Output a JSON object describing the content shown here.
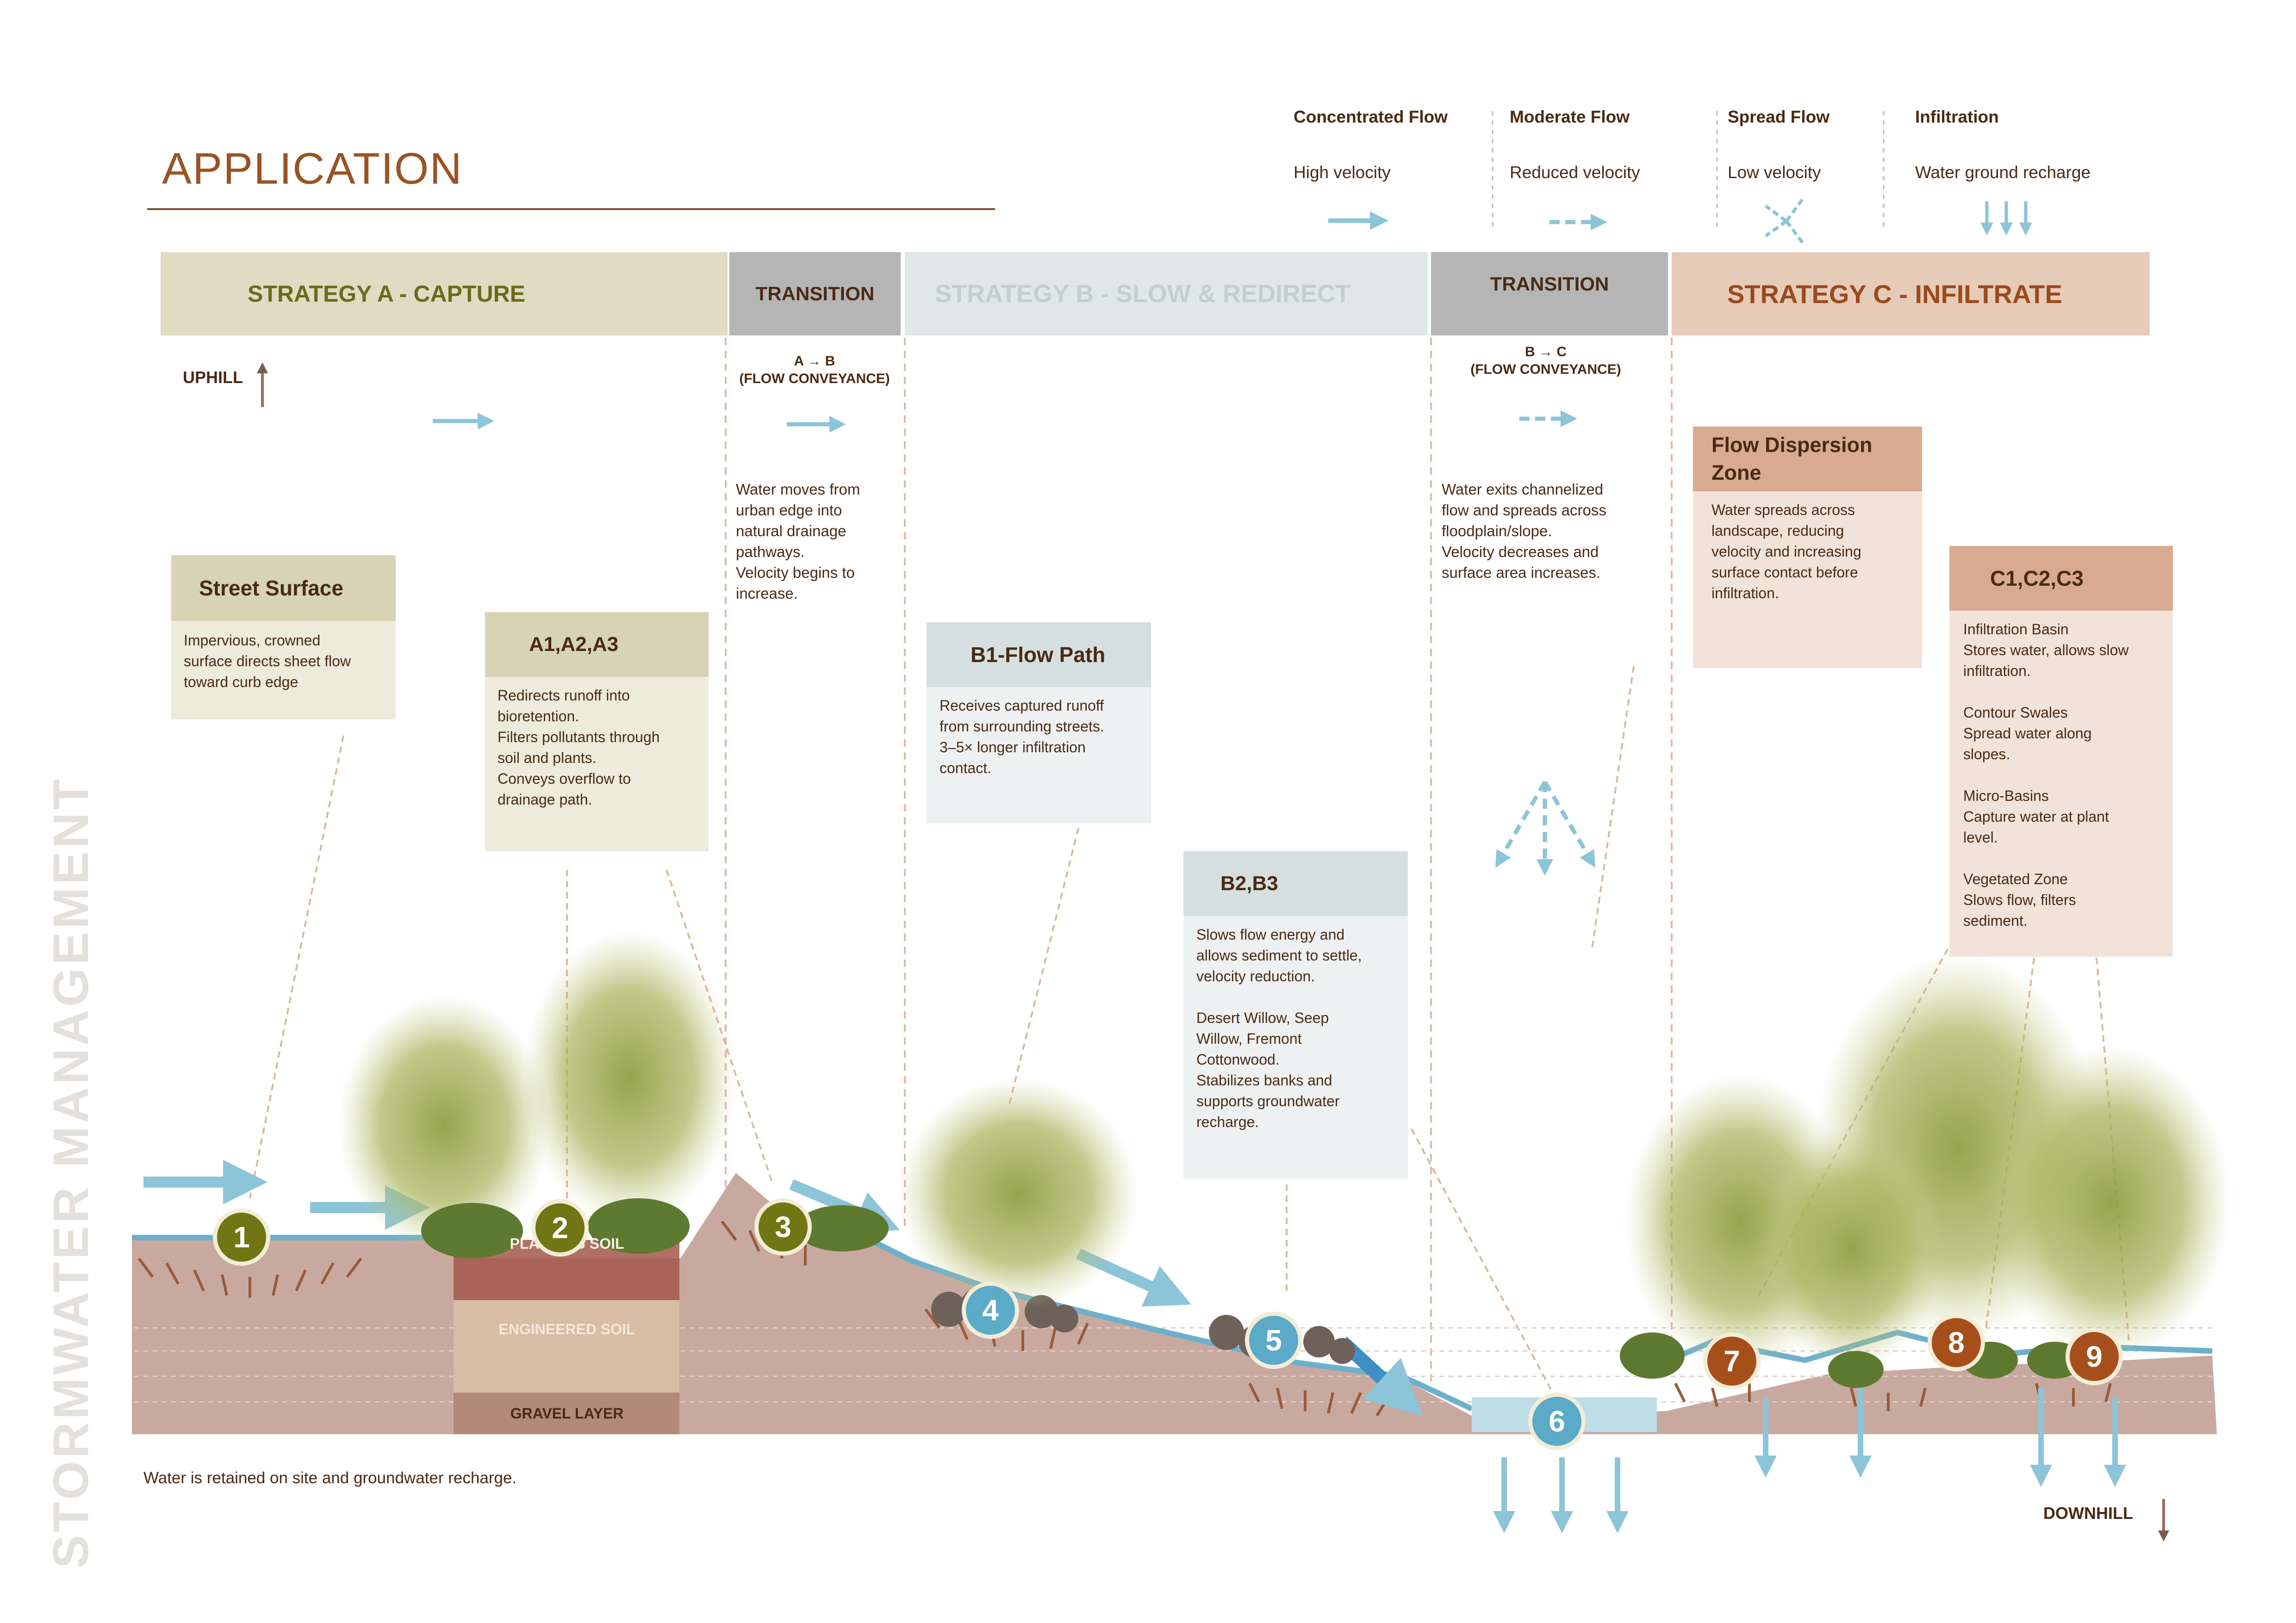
{
  "page": {
    "title": "APPLICATION",
    "side_title": "STORMWATER MANAGEMENT",
    "footnote": "Water is retained on site and groundwater recharge.",
    "uphill": "UPHILL",
    "downhill": "DOWNHILL"
  },
  "legend": [
    {
      "heading": "Concentrated Flow",
      "sub": "High velocity",
      "icon": "solid-arrow-icon"
    },
    {
      "heading": "Moderate Flow",
      "sub": "Reduced velocity",
      "icon": "dashed-arrow-icon"
    },
    {
      "heading": "Spread Flow",
      "sub": "Low velocity",
      "icon": "spread-arrow-icon"
    },
    {
      "heading": "Infiltration",
      "sub": "Water ground recharge",
      "icon": "infiltration-arrows-icon"
    }
  ],
  "bands": {
    "strategy_a": "STRATEGY A - CAPTURE",
    "transition_1": "TRANSITION",
    "strategy_b": "STRATEGY B - SLOW & REDIRECT",
    "transition_2": "TRANSITION",
    "strategy_c": "STRATEGY C - INFILTRATE"
  },
  "transitions": {
    "ab_label": "A → B\n(FLOW CONVEYANCE)",
    "ab_text": "Water moves from\nurban edge into\nnatural drainage\npathways.\nVelocity begins to\nincrease.",
    "bc_label": "B → C\n(FLOW CONVEYANCE)",
    "bc_text": "Water exits channelized\nflow and spreads across\nfloodplain/slope.\nVelocity decreases and\nsurface area increases."
  },
  "cards": {
    "street": {
      "title": "Street Surface",
      "body": "Impervious, crowned\nsurface directs sheet flow\ntoward curb edge"
    },
    "a": {
      "title": "A1,A2,A3",
      "body": "Redirects runoff into\nbioretention.\nFilters pollutants through\nsoil and plants.\nConveys overflow to\ndrainage path."
    },
    "b1": {
      "title": "B1-Flow Path",
      "body": "Receives captured runoff\nfrom surrounding streets.\n3–5× longer infiltration\ncontact."
    },
    "b23": {
      "title": "B2,B3",
      "body": "Slows flow energy and\nallows sediment to settle,\nvelocity reduction.\n\nDesert Willow, Seep\nWillow, Fremont\nCottonwood.\nStabilizes banks and\nsupports groundwater\nrecharge."
    },
    "dispersion": {
      "title": "Flow Dispersion\nZone",
      "body": "Water spreads across\nlandscape, reducing\nvelocity and increasing\nsurface contact before\ninfiltration."
    },
    "c": {
      "title": "C1,C2,C3",
      "body": "Infiltration Basin\nStores water, allows slow\ninfiltration.\n\nContour Swales\nSpread water along\nslopes.\n\nMicro-Basins\nCapture water at plant\nlevel.\n\nVegetated Zone\nSlows flow, filters\nsediment."
    }
  },
  "soil_layers": {
    "planting": "PLANTING SOIL",
    "engineered": "ENGINEERED SOIL",
    "gravel": "GRAVEL LAYER"
  },
  "markers": [
    "1",
    "2",
    "3",
    "4",
    "5",
    "6",
    "7",
    "8",
    "9"
  ],
  "colors": {
    "water": "#8cc4d8",
    "ground": "#c8a9a0",
    "olive": "#707614",
    "blue": "#5aaac8",
    "rust": "#a64f1a"
  }
}
